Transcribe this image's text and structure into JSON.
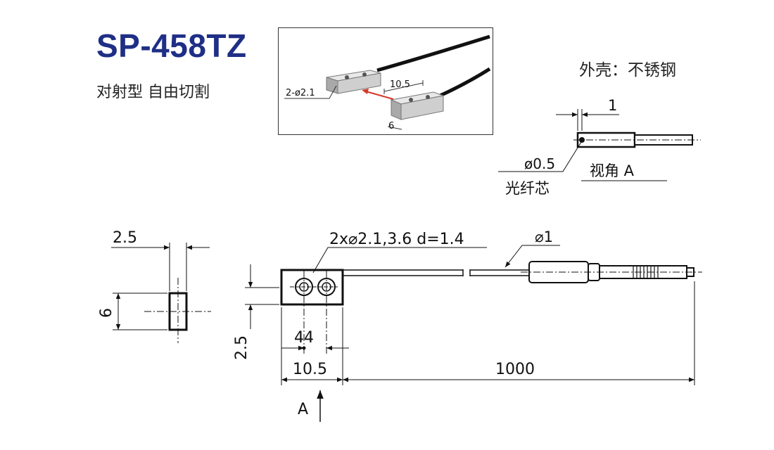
{
  "header": {
    "model": "SP-458TZ",
    "subtitle": "对射型  自由切割",
    "housing": "外壳：不锈钢"
  },
  "photo": {
    "label_holes": "2-ø2.1",
    "label_length": "10.5",
    "label_width": "6"
  },
  "side_view": {
    "dim_top": "1",
    "core_diameter": "ø0.5",
    "core_label": "光纤芯",
    "view_label": "视角 A"
  },
  "end_view": {
    "dim_thickness": "2.5",
    "dim_height": "6"
  },
  "main_view": {
    "holes_spec": "2x⌀2.1,3.6 d=1.4",
    "fiber_diameter": "⌀1",
    "dim_pitch": "44",
    "dim_body_length": "10.5",
    "dim_cable_length": "1000",
    "dim_side": "2.5",
    "view_arrow_label": "A"
  },
  "colors": {
    "title": "#1f2f86",
    "arrow_red": "#d43a2a",
    "line": "#111111"
  }
}
